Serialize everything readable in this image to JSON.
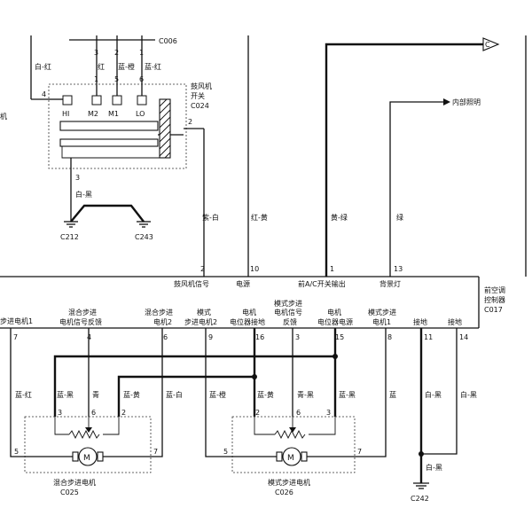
{
  "blower_switch": {
    "connector_top": "C006",
    "name_line1": "鼓风机",
    "name_line2": "开关",
    "connector": "C024",
    "terminals": [
      "HI",
      "M2",
      "M1",
      "LO"
    ],
    "top_pins": [
      "3",
      "2",
      "1"
    ],
    "pin_numbers": [
      "4",
      "1",
      "5",
      "6"
    ],
    "pin_right": "2",
    "pin_bottom": "3",
    "wire_hi": "白-红",
    "wire_m2": "红",
    "wire_m1": "蓝-橙",
    "wire_lo": "蓝-红",
    "wire_ground": "白-黑",
    "left_edge_text": "机"
  },
  "grounds": {
    "g1": "C212",
    "g2": "C243",
    "g3": "C242"
  },
  "mid_wires": {
    "signal": "紫-白",
    "power": "红-黄",
    "ac_out": "黄-绿",
    "backlight": "绿"
  },
  "outputs": {
    "connector_c": "C",
    "interior_light": "内部照明"
  },
  "controller": {
    "name_line1": "前空调",
    "name_line2": "控制器",
    "connector": "C017",
    "top_pins": [
      "2",
      "10",
      "1",
      "13"
    ],
    "top_labels": [
      "鼓风机信号",
      "电源",
      "前A/C开关输出",
      "背景灯"
    ],
    "bottom_pins": [
      "7",
      "4",
      "6",
      "9",
      "16",
      "3",
      "15",
      "8",
      "11",
      "14"
    ],
    "bl_stepper1": "步进电机1",
    "bl_mix_feedback_1": "混合步进",
    "bl_mix_feedback_2": "电机信号反馈",
    "bl_mix_motor2_1": "混合步进",
    "bl_mix_motor2_2": "电机2",
    "bl_mode_motor2_1": "模式",
    "bl_mode_motor2_2": "步进电机2",
    "bl_pot_ground_1": "电机",
    "bl_pot_ground_2": "电位器接地",
    "bl_mode_feedback_1": "模式步进",
    "bl_mode_feedback_2": "电机信号",
    "bl_mode_feedback_3": "反馈",
    "bl_pot_power_1": "电机",
    "bl_pot_power_2": "电位器电源",
    "bl_mode_motor1_1": "模式步进",
    "bl_mode_motor1_2": "电机1",
    "bl_ground_a": "接地",
    "bl_ground_b": "接地"
  },
  "lower_wires": {
    "w7": "蓝-红",
    "w4_left": "蓝-黑",
    "w4_right": "青",
    "w6": "蓝-黄",
    "w6_right": "蓝-白",
    "w9": "蓝-橙",
    "w16": "蓝-黄",
    "w3": "青-黑",
    "w15": "蓝-黑",
    "w8": "蓝",
    "w11": "白-黑",
    "w14": "白-黑",
    "w_ground": "白-黑"
  },
  "mix_motor": {
    "name": "混合步进电机",
    "connector": "C025",
    "pins_top": [
      "3",
      "6",
      "2"
    ],
    "pin_left": "5",
    "pin_right": "7",
    "motor_symbol": "M"
  },
  "mode_motor": {
    "name": "模式步进电机",
    "connector": "C026",
    "pins_top": [
      "2",
      "6",
      "3"
    ],
    "pin_left": "5",
    "pin_right": "7",
    "motor_symbol": "M"
  }
}
